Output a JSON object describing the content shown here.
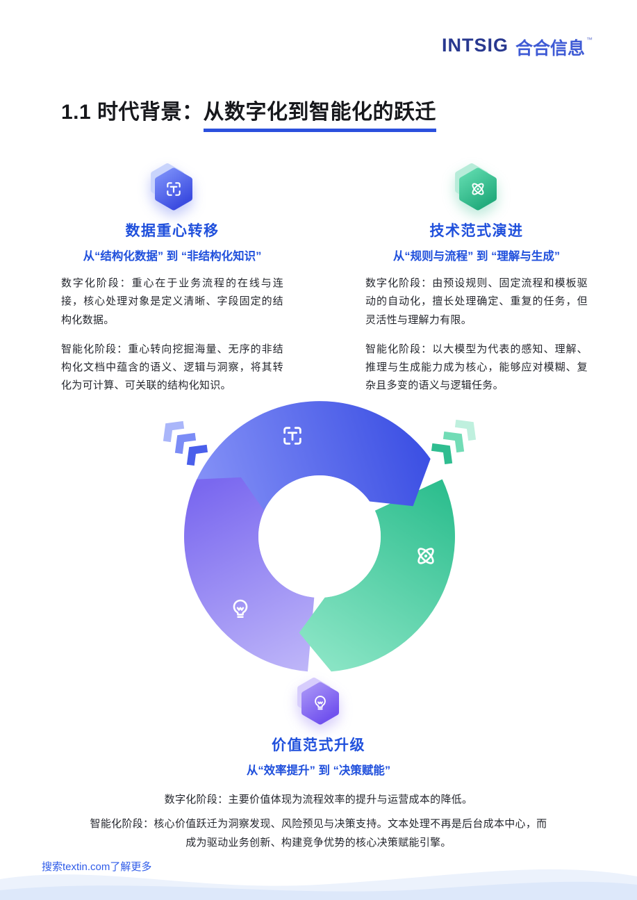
{
  "brand": {
    "name": "INTSIG",
    "cn": "合合信息",
    "tm": "™"
  },
  "header": {
    "title_prefix": "1.1 时代背景：",
    "title_highlight": "从数字化到智能化的跃迁"
  },
  "sections": [
    {
      "id": "data-shift",
      "icon": "scan-text-icon",
      "title": "数据重心转移",
      "subtitle": "从“结构化数据” 到 “非结构化知识”",
      "paragraphs": [
        "数字化阶段：重心在于业务流程的在线与连接，核心处理对象是定义清晰、字段固定的结构化数据。",
        "智能化阶段：重心转向挖掘海量、无序的非结构化文档中蕴含的语义、逻辑与洞察，将其转化为可计算、可关联的结构化知识。"
      ]
    },
    {
      "id": "tech-evolution",
      "icon": "atom-icon",
      "title": "技术范式演进",
      "subtitle": "从“规则与流程” 到 “理解与生成”",
      "paragraphs": [
        "数字化阶段：由预设规则、固定流程和模板驱动的自动化，擅长处理确定、重复的任务，但灵活性与理解力有限。",
        "智能化阶段：以大模型为代表的感知、理解、推理与生成能力成为核心，能够应对模糊、复杂且多变的语义与逻辑任务。"
      ]
    },
    {
      "id": "value-upgrade",
      "icon": "lightbulb-icon",
      "title": "价值范式升级",
      "subtitle": "从“效率提升” 到 “决策赋能”",
      "paragraphs": [
        "数字化阶段：主要价值体现为流程效率的提升与运营成本的降低。",
        "智能化阶段：核心价值跃迁为洞察发现、风险预见与决策支持。文本处理不再是后台成本中心，而成为驱动业务创新、构建竞争优势的核心决策赋能引擎。"
      ]
    }
  ],
  "footer": {
    "link": "搜索textin.com了解更多"
  },
  "colors": {
    "heading_blue": "#2050dc",
    "segment_blue": "#3a4ee3",
    "segment_green": "#2bbd8d",
    "segment_purple": "#7a68ef",
    "brand_navy": "#28388f"
  }
}
